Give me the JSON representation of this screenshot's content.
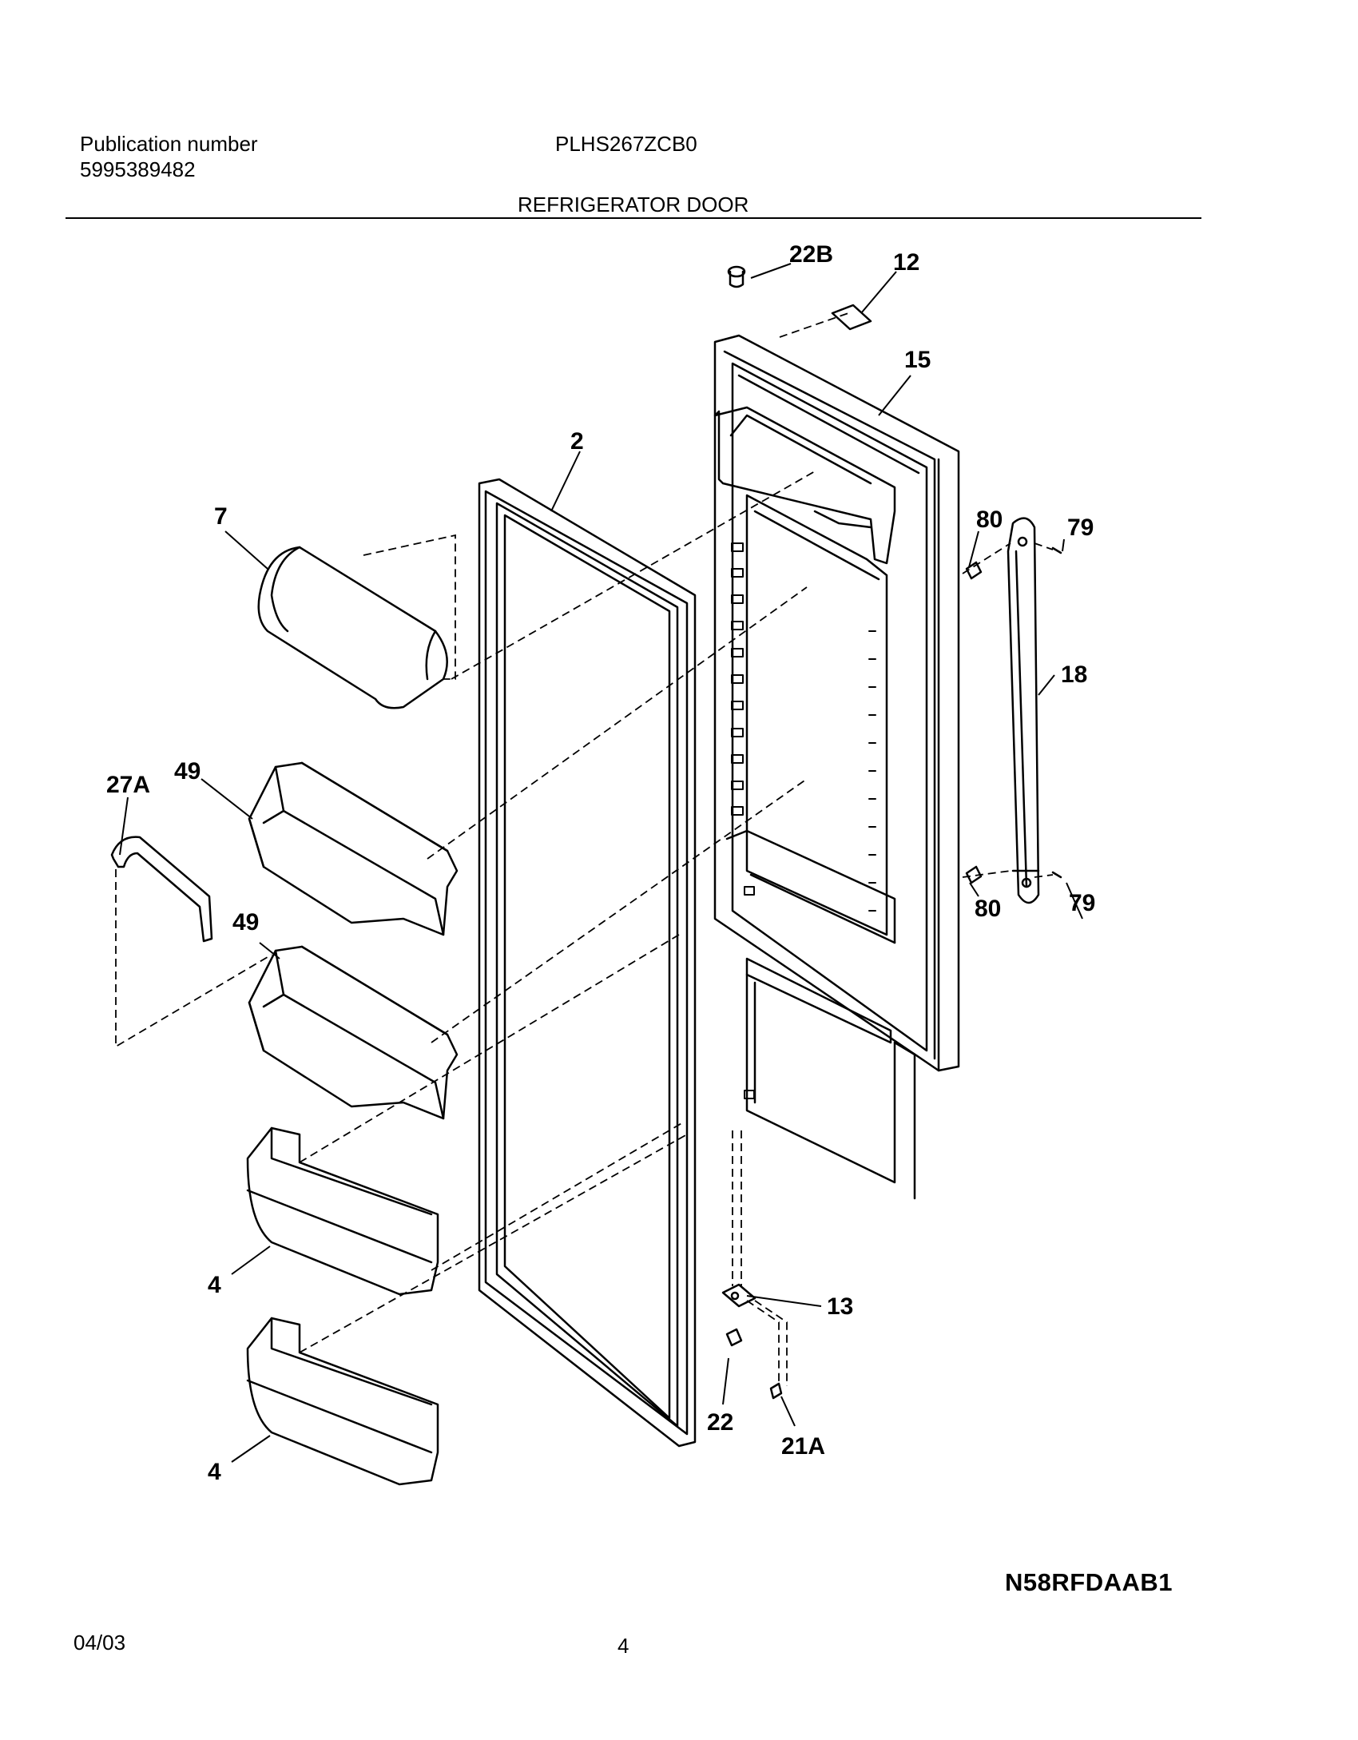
{
  "header": {
    "publication_label": "Publication number",
    "publication_number": "5995389482",
    "model": "PLHS267ZCB0",
    "section_title": "REFRIGERATOR DOOR"
  },
  "callouts": {
    "c2": "2",
    "c4a": "4",
    "c4b": "4",
    "c7": "7",
    "c12": "12",
    "c13": "13",
    "c15": "15",
    "c18": "18",
    "c21a": "21A",
    "c22": "22",
    "c22b": "22B",
    "c27a": "27A",
    "c49a": "49",
    "c49b": "49",
    "c79a": "79",
    "c79b": "79",
    "c80a": "80",
    "c80b": "80"
  },
  "diagram_code": "N58RFDAAB1",
  "footer": {
    "date": "04/03",
    "page_number": "4"
  }
}
